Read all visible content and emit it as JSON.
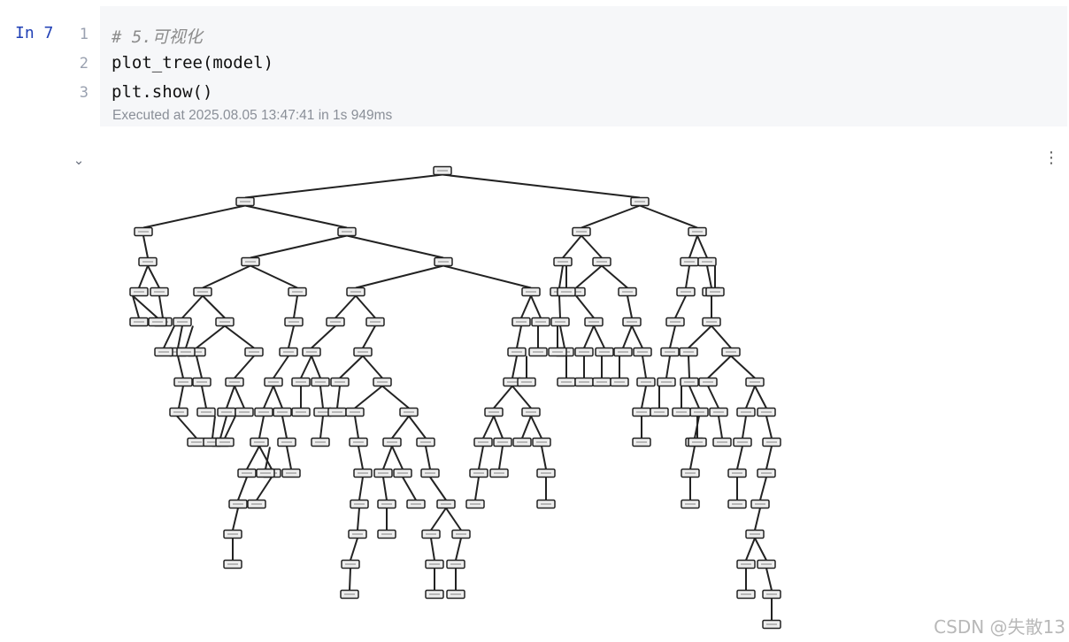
{
  "cell": {
    "prompt": "In 7",
    "lines": [
      {
        "num": "1",
        "text": "# 5.可视化"
      },
      {
        "num": "2",
        "text": "plot_tree(model)"
      },
      {
        "num": "3",
        "text": "plt.show()"
      }
    ],
    "execution_status": "Executed at 2025.08.05 13:47:41 in 1s 949ms"
  },
  "output": {
    "collapse_icon": "chevron-down-icon",
    "menu_icon": "more-vertical-icon",
    "figure": "decision tree plot (plot_tree output)",
    "node_colors": {
      "fill": "#ededed",
      "stroke": "#222222",
      "edge": "#222222"
    }
  },
  "watermark": "CSDN @失散13"
}
